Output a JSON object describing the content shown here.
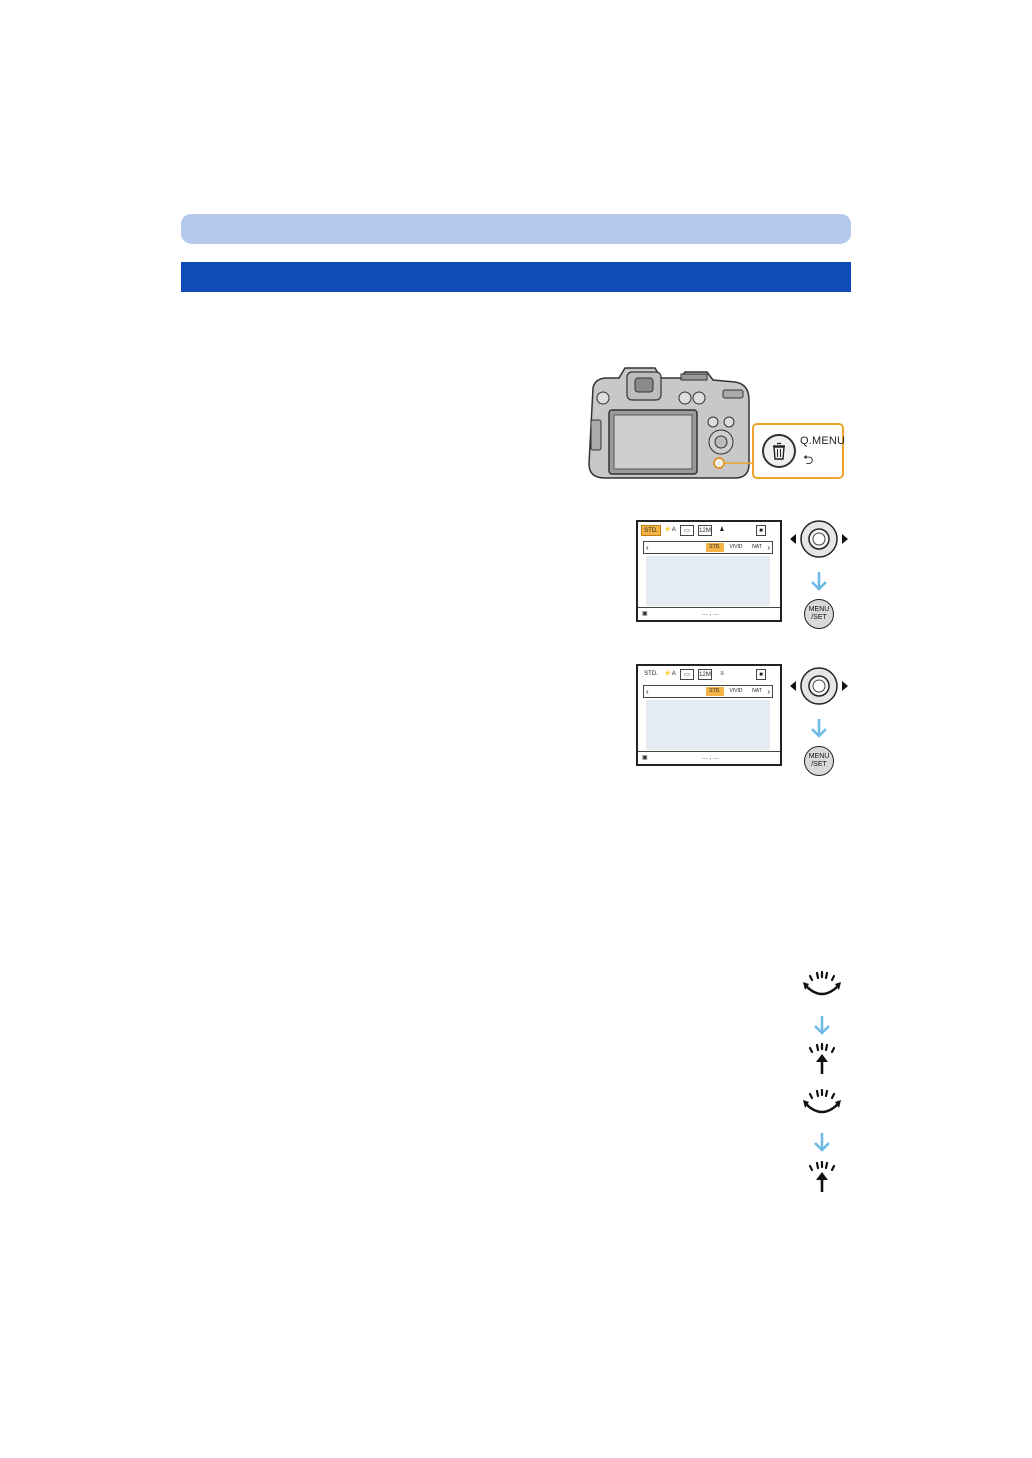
{
  "callout": {
    "label": "Q.MENU",
    "return_glyph": "⮌"
  },
  "screen1": {
    "tiles": [
      "STD.",
      "⚡A",
      "▭",
      "12M",
      "♟",
      "■"
    ],
    "options": [
      "STD.",
      "VIVID",
      "NAT"
    ],
    "selected_tile": 0,
    "selected_option": 0,
    "footer_dots": "… , …"
  },
  "screen2": {
    "tiles": [
      "STD.",
      "⚡A",
      "▭",
      "12M",
      "≡",
      "■"
    ],
    "options": [
      "STD.",
      "VIVID",
      "NAT"
    ],
    "selected_tile": -1,
    "selected_option": 0,
    "footer_dots": "… , …"
  },
  "menu_button": {
    "line1": "MENU",
    "line2": "/SET"
  },
  "colors": {
    "header_light": "#b5c8ec",
    "header_dark": "#0f4cb8",
    "callout_border": "#f0a32a",
    "selection": "#f3b345",
    "arrow": "#6cb9e8"
  }
}
